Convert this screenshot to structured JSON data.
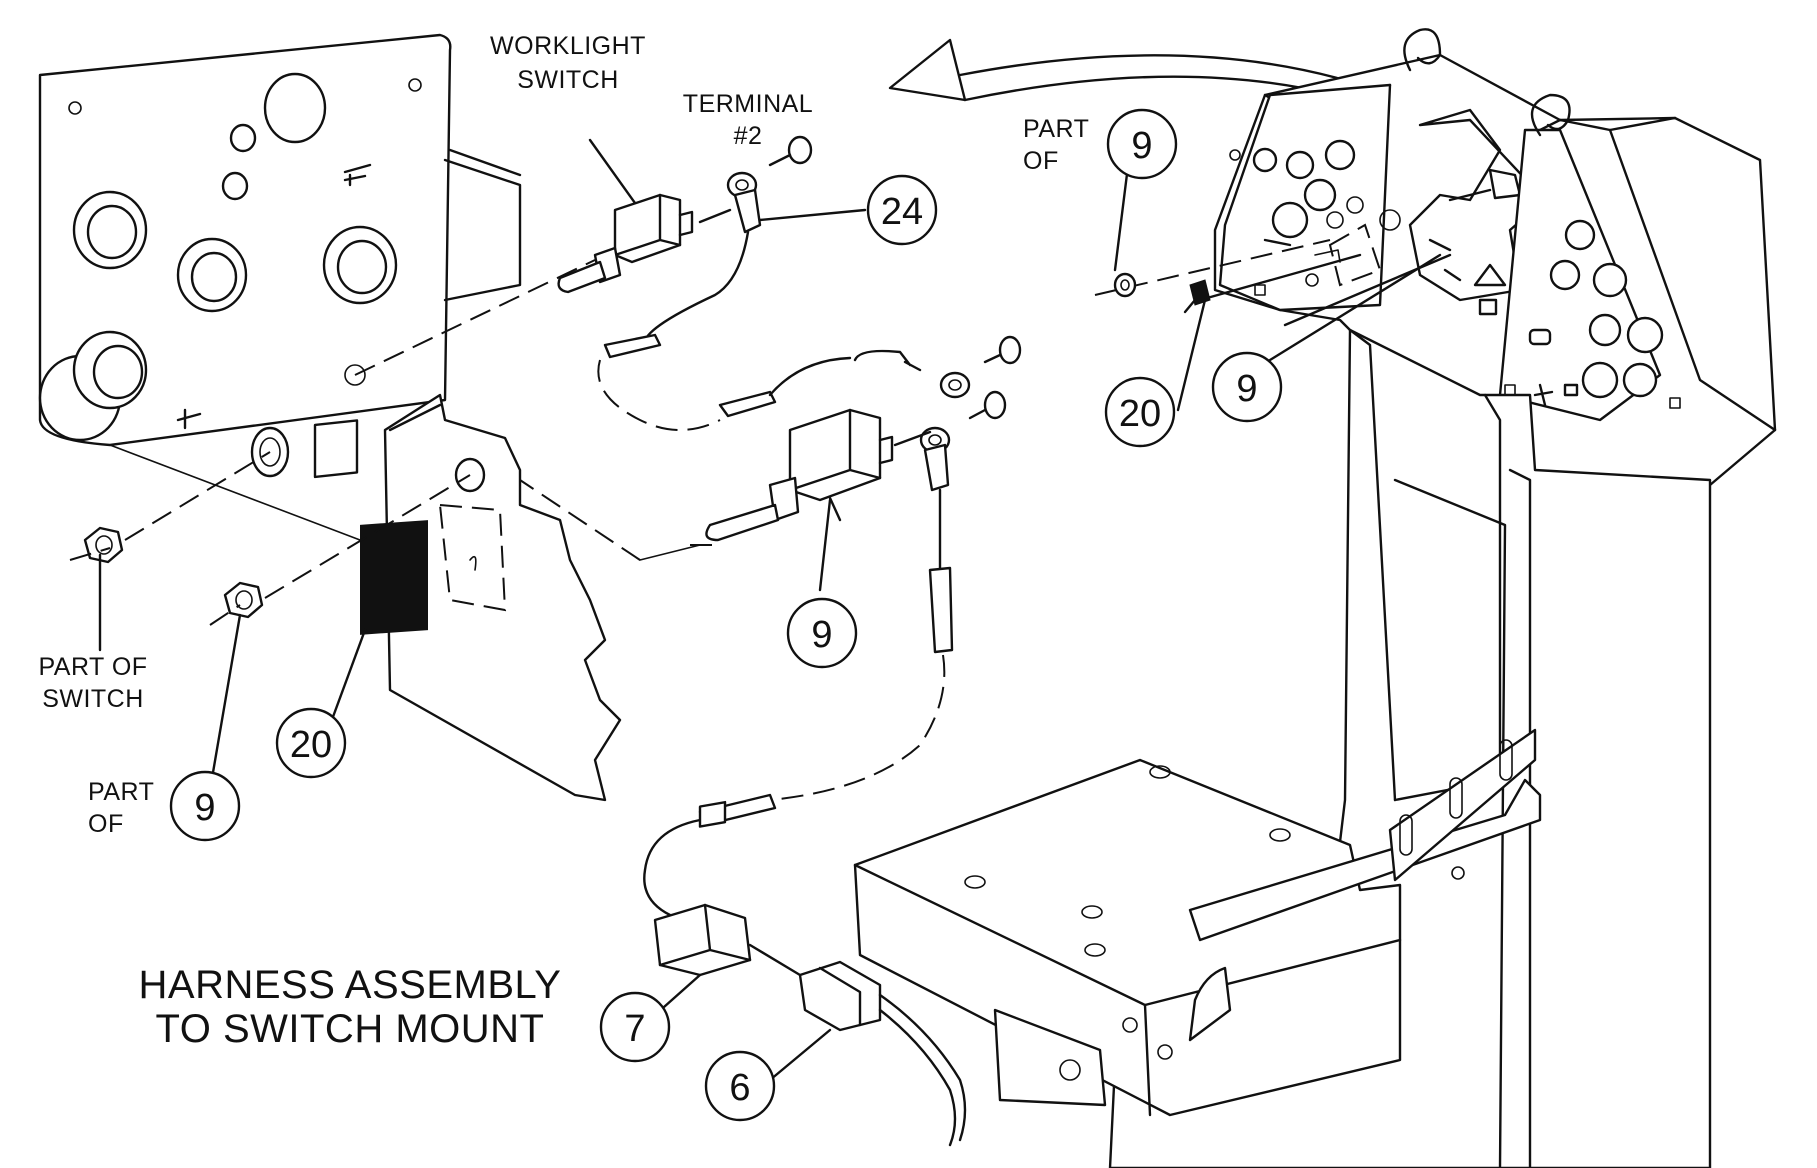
{
  "labels": {
    "worklight_switch": [
      "WORKLIGHT",
      "SWITCH"
    ],
    "terminal": [
      "TERMINAL",
      "#2"
    ],
    "part_of_switch": [
      "PART OF",
      "SWITCH"
    ],
    "part_of_left": [
      "PART",
      "OF"
    ],
    "part_of_right": [
      "PART",
      "OF"
    ],
    "harness": [
      "HARNESS ASSEMBLY",
      "TO SWITCH MOUNT"
    ]
  },
  "callouts": {
    "c24": "24",
    "c9_top": "9",
    "c9_mid": "9",
    "c20_right": "20",
    "c9_switch": "9",
    "c20_left": "20",
    "c9_left": "9",
    "c7": "7",
    "c6": "6"
  }
}
